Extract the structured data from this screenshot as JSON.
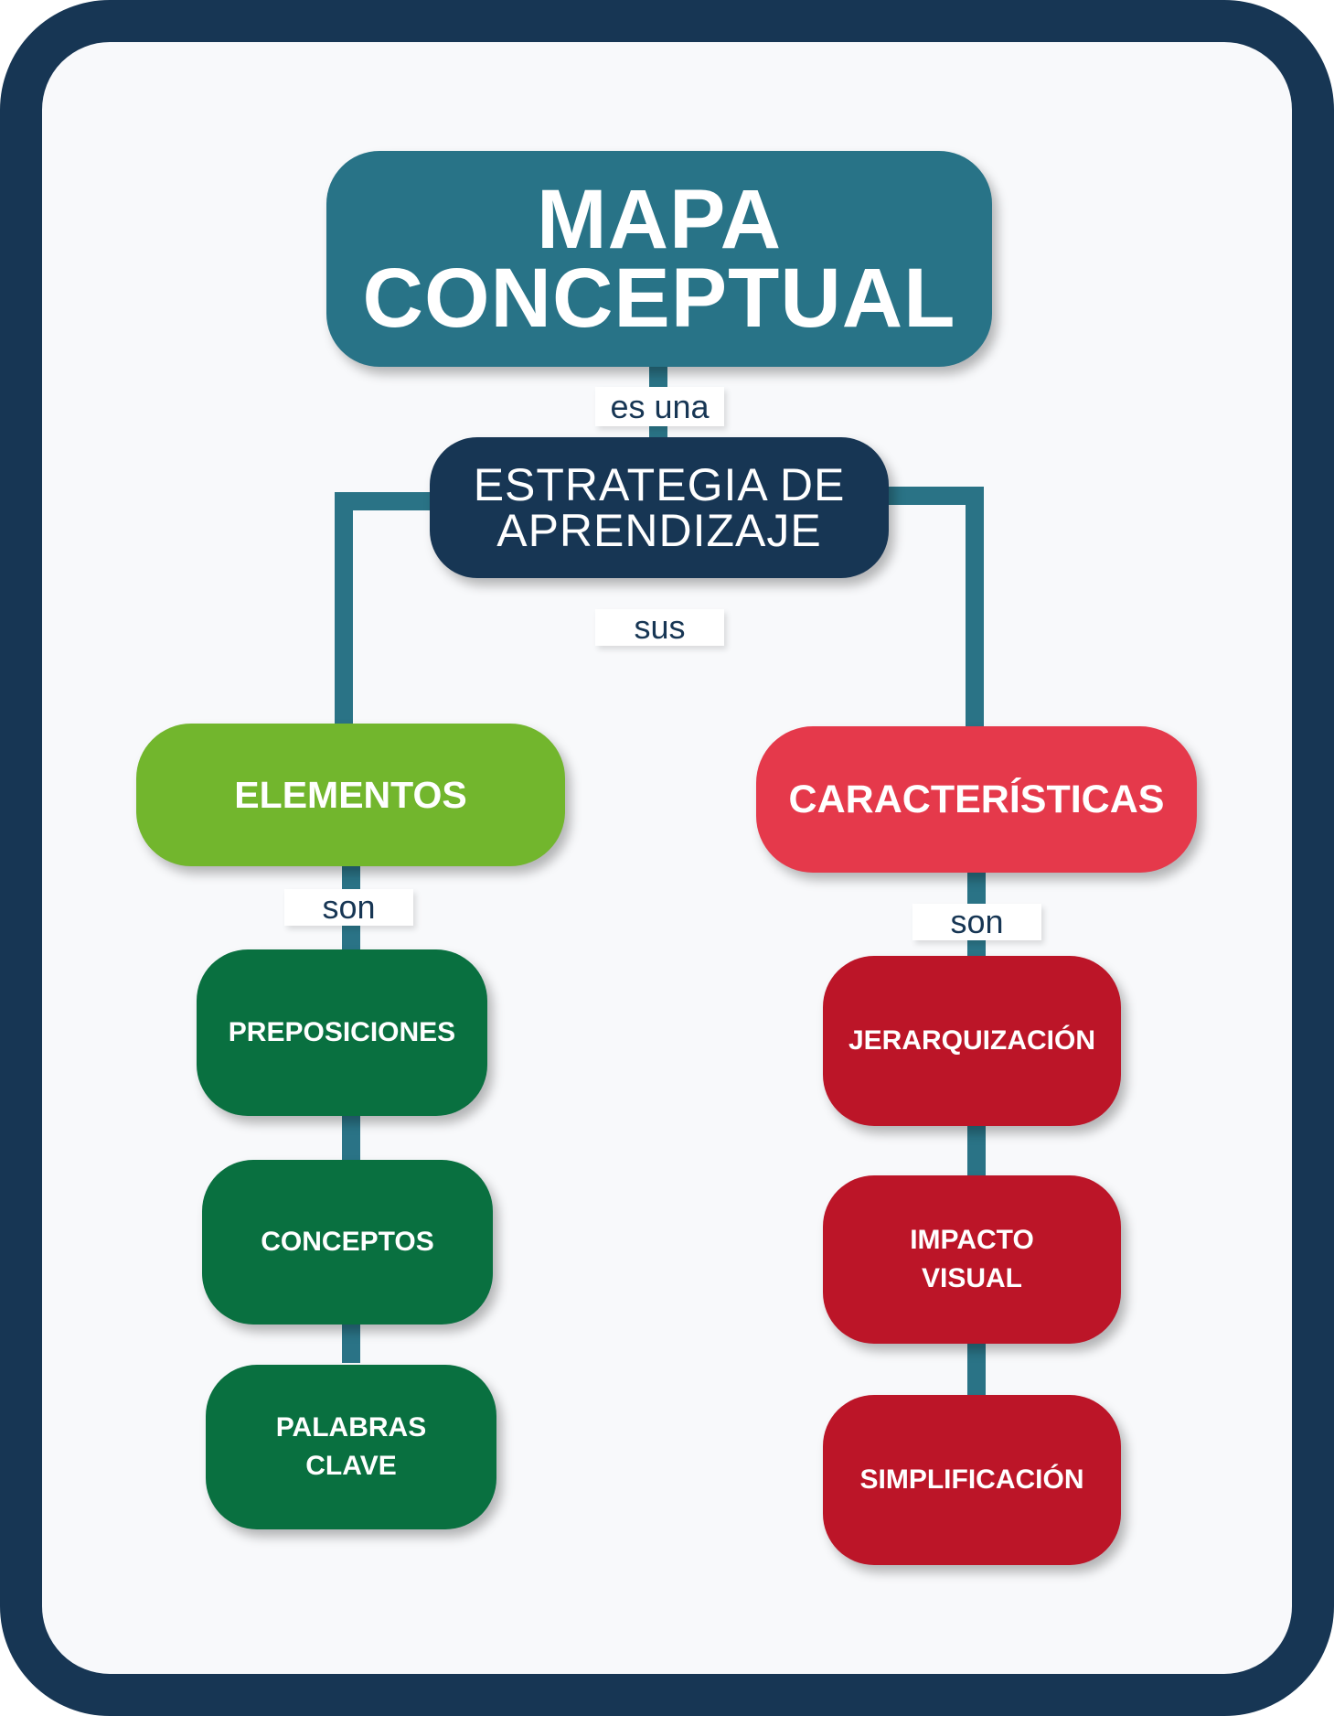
{
  "title": "MAPA\nCONCEPTUAL",
  "links": {
    "es_una": "es una",
    "sus": "sus",
    "son_left": "son",
    "son_right": "son"
  },
  "strategy": "ESTRATEGIA DE\nAPRENDIZAJE",
  "elementos": {
    "label": "ELEMENTOS",
    "items": [
      "PREPOSICIONES",
      "CONCEPTOS",
      "PALABRAS\nCLAVE"
    ]
  },
  "caracteristicas": {
    "label": "CARACTERÍSTICAS",
    "items": [
      "JERARQUIZACIÓN",
      "IMPACTO\nVISUAL",
      "SIMPLIFICACIÓN"
    ]
  },
  "colors": {
    "frame": "#173654",
    "title_box": "#287387",
    "strategy_box": "#173654",
    "elementos_box": "#72b62d",
    "elementos_items": "#097040",
    "caracteristicas_box": "#e5394b",
    "caracteristicas_items": "#bc1528",
    "connector": "#2a7386"
  }
}
